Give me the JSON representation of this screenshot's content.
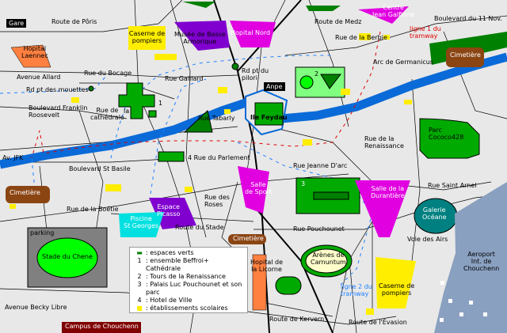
{
  "badges": {
    "gare": "Gare",
    "anpe": "Anpe"
  },
  "roads": {
    "poris": "Route de Pôris",
    "medz": "Route de Medz",
    "bd11nov": "Boulevard du 11 Nov.",
    "berbie": "Rue de la Berbie",
    "bocage": "Rue du Bocage",
    "gaillard": "Rue   Gaillard",
    "allard": "Avenue Allard",
    "bfr": "Boulevard Franklin\nRoosevelt",
    "cathedrale": "Rue de\ncathédrale",
    "tabarly": "Rue Tabarly",
    "parlement": "4  Rue du Parlement",
    "jfk": "Av. JFK",
    "stbasile": "Boulevard St Basile",
    "boetie": "Rue de la Boétie",
    "roses": "Rue des\nRoses",
    "stade": "Route du Stade",
    "jeannedarc": "Rue Jeanne D'arc",
    "renaissance": "Rue de la\nRenaissance",
    "starnel": "Rue Saint Arnel",
    "pouchounet": "Rue Pouchounet",
    "voieairs": "Voie des Airs",
    "becky": "Avenue Becky Libre",
    "kervern": "Route de Kervern",
    "evasion": "Route de l'Évasion",
    "rdpt_mouettes": "Rd pt des mouettes",
    "rdpt_pilori": "Rd pt du\npilori"
  },
  "places": {
    "caserne1": "Caserne de\npompiers",
    "musee": "Musée de Basse\nArmorique",
    "hopital_nord": "Hopital Nord",
    "centre": "Centre\nJean Galfione",
    "hopital_laennec": "Hopital\nLaennec",
    "cimetiere_ne": "Cimetière",
    "arc": "Arc de Germanicus",
    "tram1": "ligne 1 du\ntramway",
    "ile": "Ile Feydau",
    "parc": "Parc\nCococo428",
    "cimetiere_w": "Cimetière",
    "salle_sport": "Salle\nde Sport",
    "salle_dur": "Salle de la\nDurantière",
    "galerie": "Galerie\nOcéane",
    "piscine": "Piscine\nSt Georges",
    "espace": "Espace\nPicasso",
    "cimetiere_s": "Cimetière",
    "parking": "parking",
    "stade": "Stade du Chene",
    "hopital_licorne": "Hopital de\nla Licorne",
    "arenes": "Arènes de\nCarnuntum",
    "tram2": "ligne 2 du\ntramway",
    "caserne2": "Caserne de\npompiers",
    "aeroport": "Aeroport\nInt. de\nChouchenn",
    "campus": "Campus de Chouchenn",
    "la": "la",
    "num1": "1",
    "num2": "2",
    "num3": "3"
  },
  "legend": [
    {
      "key": "▬",
      "text": ": espaces verts"
    },
    {
      "key": "1",
      "text": ": ensemble Beffroi+ Cathédrale"
    },
    {
      "key": "2",
      "text": ": Tours de la Renaissance"
    },
    {
      "key": "3",
      "text": ": Palais Luc Pouchounet et son parc"
    },
    {
      "key": "4",
      "text": ": Hotel de Ville"
    },
    {
      "key": "■",
      "text": ": établissements scolaires"
    }
  ],
  "colors": {
    "river": "#0a6ad8",
    "green": "#00aa00",
    "magenta": "#e000e0",
    "orange": "#ff8040",
    "brown": "#8b4513",
    "purple": "#8000d0",
    "school": "#ffee00",
    "cyan": "#00e0e0",
    "teal": "#008080",
    "dark_green": "#006400",
    "cream": "#ffffcc",
    "tram1": "#e00000",
    "tram2": "#2080ff",
    "airport": "#8aa0c0"
  }
}
